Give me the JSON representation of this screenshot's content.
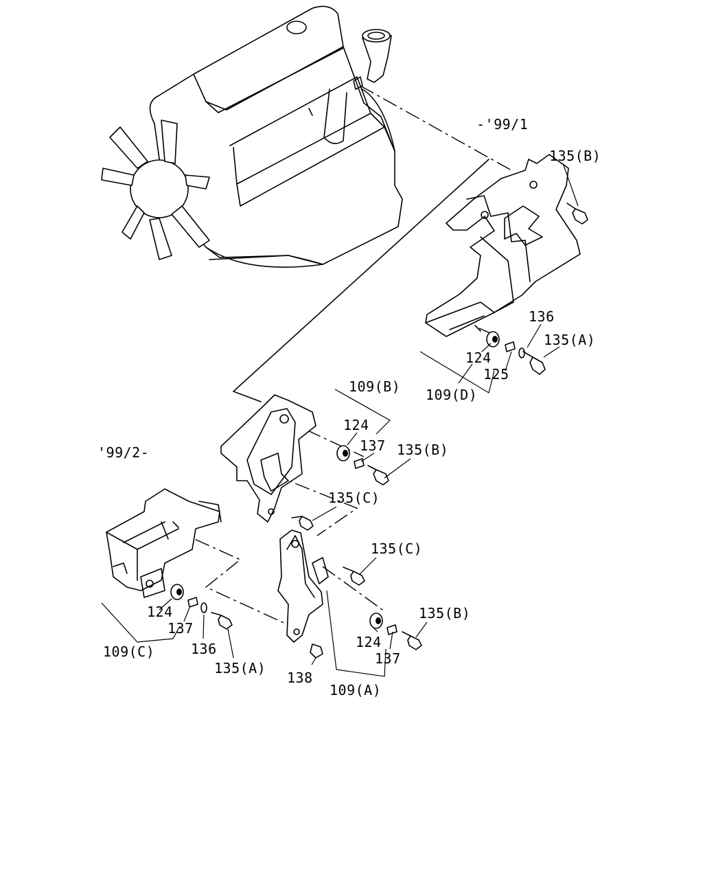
{
  "labels": {
    "date_early": "-'99/1",
    "date_late": "'99/2-",
    "top_135B": "135(B)",
    "top_136": "136",
    "top_135A": "135(A)",
    "top_124": "124",
    "top_125": "125",
    "top_109D": "109(D)",
    "mid_109B": "109(B)",
    "mid_124": "124",
    "mid_137": "137",
    "mid_135B": "135(B)",
    "mid_135C": "135(C)",
    "right_135C": "135(C)",
    "right_135B": "135(B)",
    "right_124": "124",
    "right_137": "137",
    "right_109A": "109(A)",
    "right_138": "138",
    "left_124": "124",
    "left_137": "137",
    "left_109C": "109(C)",
    "left_136": "136",
    "left_135A": "135(A)"
  }
}
